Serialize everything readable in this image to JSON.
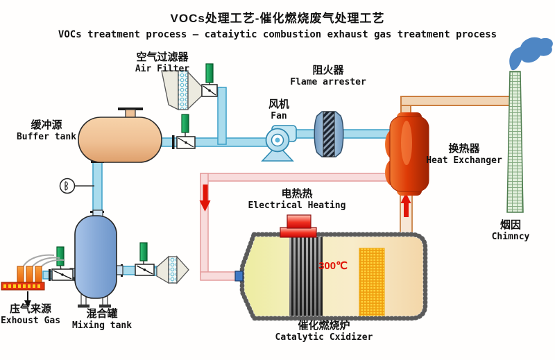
{
  "title": {
    "cn": "VOCs处理工艺-催化燃烧废气处理工艺",
    "en": "VOCs treatment process — cataiytic combustion exhaust gas treatment process"
  },
  "labels": {
    "air_filter": {
      "cn": "空气过滤器",
      "en": "Air Filter"
    },
    "buffer_tank": {
      "cn": "缓冲源",
      "en": "Buffer tank"
    },
    "fan": {
      "cn": "风机",
      "en": "Fan"
    },
    "flame_arrester": {
      "cn": "阻火器",
      "en": "Flame arrester"
    },
    "heat_exchanger": {
      "cn": "换热器",
      "en": "Heat Exchanger"
    },
    "chimney": {
      "cn": "烟因",
      "en": "Chimncy"
    },
    "electrical_heating": {
      "cn": "电热热",
      "en": "Electrical Heating"
    },
    "catalytic_oxidizer": {
      "cn": "催化燃烧炉",
      "en": "Catalytic Cxidizer"
    },
    "mixing_tank": {
      "cn": "混合罐",
      "en": "Mixing tank"
    },
    "exhaust_gas": {
      "cn": "庒气来源",
      "en": "Exhoust Gas"
    },
    "temperature": "300℃"
  },
  "colors": {
    "pipe_air": "#aadced",
    "pipe_hot_recirculation": "#f8dcdc",
    "pipe_stack": "#f1d4b4",
    "flow_arrow": "#e01408",
    "valve_actuator_green": "#1aa055",
    "heat_exchanger_red": "#d43a08",
    "buffer_tank_peach": "#f0c497",
    "mixing_tank_blue": "#82a8d6",
    "oxidizer_interior": "#f4edbe",
    "catalyst_bed_orange": "#ffd23c",
    "chimney_green": "#dff0da",
    "smoke_blue": "#4e86c4"
  }
}
